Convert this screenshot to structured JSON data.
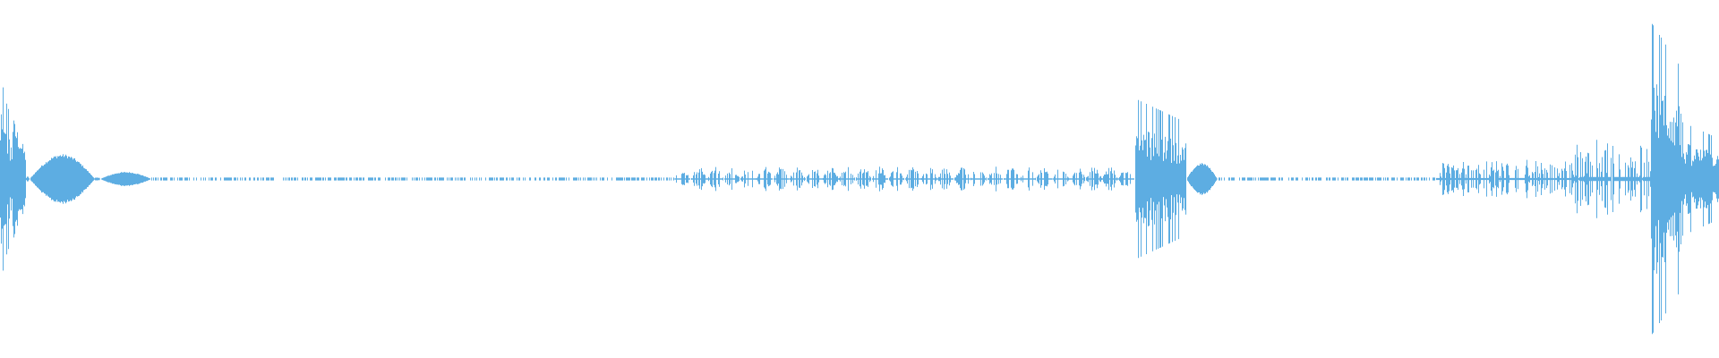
{
  "waveform": {
    "color": "#5dade2",
    "background": "#ffffff",
    "segments": [
      {
        "start": 0.0,
        "end": 0.004,
        "amp": 0.58,
        "style": "spiky"
      },
      {
        "start": 0.004,
        "end": 0.007,
        "amp": 0.42,
        "style": "spiky"
      },
      {
        "start": 0.007,
        "end": 0.015,
        "amp": 0.36,
        "style": "dense"
      },
      {
        "start": 0.015,
        "end": 0.017,
        "amp": 0.05,
        "style": "quiet"
      },
      {
        "start": 0.017,
        "end": 0.055,
        "amp": 0.14,
        "style": "blob"
      },
      {
        "start": 0.055,
        "end": 0.058,
        "amp": 0.03,
        "style": "quiet"
      },
      {
        "start": 0.058,
        "end": 0.088,
        "amp": 0.04,
        "style": "blob"
      },
      {
        "start": 0.088,
        "end": 0.392,
        "amp": 0.008,
        "style": "dotted"
      },
      {
        "start": 0.392,
        "end": 0.66,
        "amp": 0.07,
        "style": "bursts"
      },
      {
        "start": 0.66,
        "end": 0.69,
        "amp": 0.45,
        "style": "spiky"
      },
      {
        "start": 0.69,
        "end": 0.708,
        "amp": 0.09,
        "style": "blob"
      },
      {
        "start": 0.708,
        "end": 0.835,
        "amp": 0.008,
        "style": "dotted"
      },
      {
        "start": 0.835,
        "end": 0.915,
        "amp": 0.11,
        "style": "bursts"
      },
      {
        "start": 0.915,
        "end": 0.96,
        "amp": 0.22,
        "style": "bursts"
      },
      {
        "start": 0.96,
        "end": 0.978,
        "amp": 0.88,
        "style": "spiky"
      },
      {
        "start": 0.978,
        "end": 1.0,
        "amp": 0.32,
        "style": "spiky"
      }
    ]
  }
}
